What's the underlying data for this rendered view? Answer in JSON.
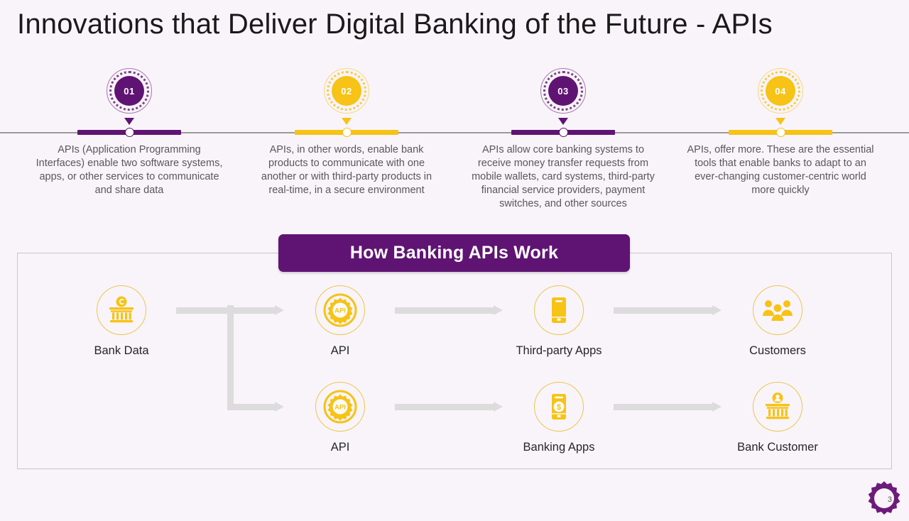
{
  "slide": {
    "title": "Innovations that Deliver Digital Banking of the Future - APIs",
    "page_number": "3",
    "background_color": "#f9f4f9"
  },
  "colors": {
    "purple": "#5f1473",
    "yellow": "#f6c316",
    "axis_gray": "#9b9b9b",
    "arrow_gray": "#dcdcdc",
    "body_text": "#58585b"
  },
  "timeline": {
    "steps": [
      {
        "number": "01",
        "color": "#5f1473",
        "text": "APIs (Application Programming Interfaces) enable two software systems, apps, or other services to communicate and share data"
      },
      {
        "number": "02",
        "color": "#f6c316",
        "text": "APIs, in other words, enable bank products to communicate with one another or with third-party products in real-time, in a secure environment"
      },
      {
        "number": "03",
        "color": "#5f1473",
        "text": "APIs allow core banking systems to receive money transfer requests from mobile wallets, card systems, third-party financial service providers, payment switches, and other sources"
      },
      {
        "number": "04",
        "color": "#f6c316",
        "text": "APIs, offer more. These are the essential tools that enable banks to adapt to an ever-changing customer-centric world more quickly"
      }
    ]
  },
  "flow": {
    "banner_label": "How Banking APIs Work",
    "nodes": [
      {
        "id": "bank-data",
        "label": "Bank Data",
        "icon": "bank-coin-icon"
      },
      {
        "id": "api-top",
        "label": "API",
        "icon": "gear-api-icon"
      },
      {
        "id": "third-party",
        "label": "Third-party Apps",
        "icon": "smartphone-icon"
      },
      {
        "id": "customers",
        "label": "Customers",
        "icon": "people-group-icon"
      },
      {
        "id": "api-bottom",
        "label": "API",
        "icon": "gear-api-icon"
      },
      {
        "id": "banking-apps",
        "label": "Banking Apps",
        "icon": "smartphone-dollar-icon"
      },
      {
        "id": "bank-customer",
        "label": "Bank Customer",
        "icon": "bank-person-icon"
      }
    ],
    "api_icon_text": "API"
  }
}
